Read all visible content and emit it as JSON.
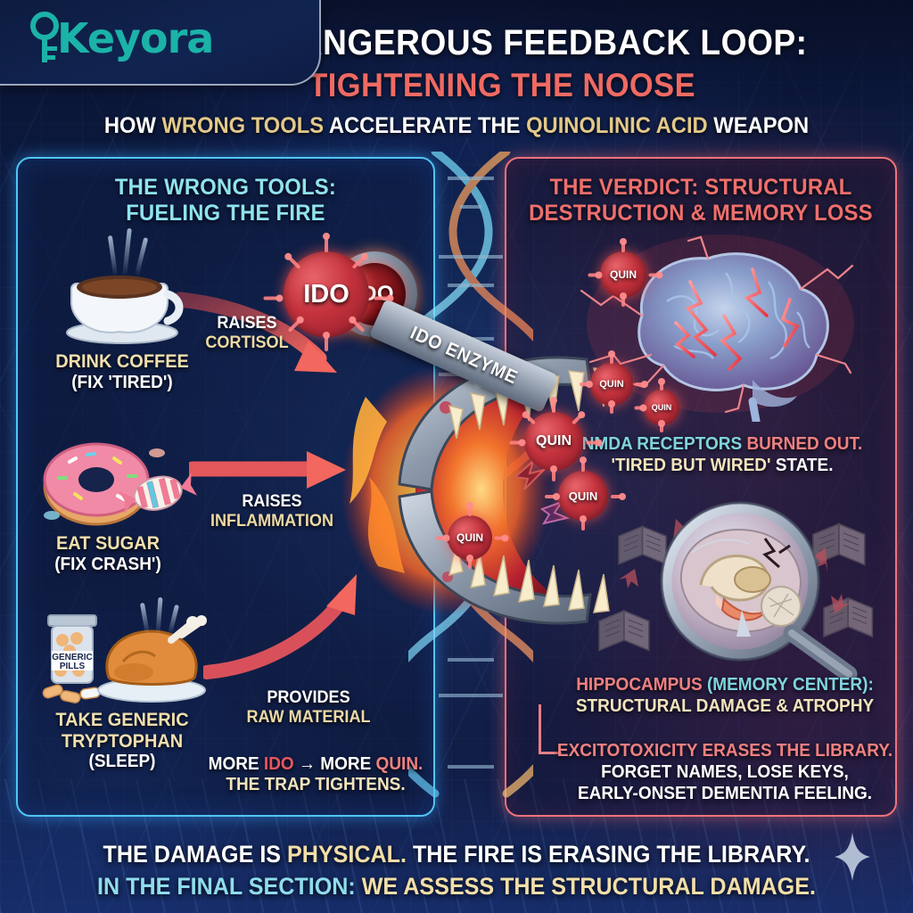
{
  "brand": {
    "name": "Keyora",
    "color": "#1bb3a8",
    "icon": "key-icon"
  },
  "header": {
    "title_line1": "THE DANGEROUS FEEDBACK LOOP:",
    "title_line2": "TIGHTENING THE NOOSE",
    "tagline_parts": [
      {
        "text": "HOW ",
        "color": "#ffffff"
      },
      {
        "text": "WRONG TOOLS",
        "color": "#e3c98a"
      },
      {
        "text": " ACCELERATE THE ",
        "color": "#ffffff"
      },
      {
        "text": "QUINOLINIC ACID",
        "color": "#e3c98a"
      },
      {
        "text": " WEAPON",
        "color": "#ffffff"
      }
    ],
    "title_color_1": "#ffffff",
    "title_color_2": "#ef6a63"
  },
  "left_panel": {
    "heading_line1": "THE WRONG TOOLS:",
    "heading_line2": "FUELING THE FIRE",
    "border_color": "#4fc6f5",
    "heading_color": "#8fe3ee",
    "items": [
      {
        "icon": "coffee-cup-icon",
        "label": "DRINK COFFEE",
        "sublabel": "(FIX 'TIRED')",
        "arrow_line1": "RAISES",
        "arrow_line2": "CORTISOL"
      },
      {
        "icon": "donut-candy-icon",
        "label": "EAT SUGAR",
        "sublabel": "(FIX CRASH')",
        "arrow_line1": "RAISES",
        "arrow_line2": "INFLAMMATION"
      },
      {
        "icon": "pills-turkey-icon",
        "label": "TAKE GENERIC",
        "label2": "TRYPTOPHAN",
        "sublabel": "(SLEEP)",
        "arrow_line1": "PROVIDES",
        "arrow_line2": "RAW MATERIAL"
      }
    ],
    "pill_bottle_label_line1": "GENERIC",
    "pill_bottle_label_line2": "PILLS",
    "trap_note": {
      "line1_parts": [
        {
          "text": "MORE ",
          "color": "#ffffff"
        },
        {
          "text": "IDO",
          "color": "#e9565f"
        },
        {
          "text": " → MORE ",
          "color": "#ffffff"
        },
        {
          "text": "QUIN.",
          "color": "#ef8080"
        }
      ],
      "line2": "THE TRAP TIGHTENS.",
      "line2_color": "#f2e4bc"
    }
  },
  "center": {
    "ido_badge_label": "IDO",
    "enzyme_band_label": "IDO ENZYME",
    "ido_germ_label": "IDO",
    "quin_labels": [
      "QUIN",
      "QUIN",
      "QUIN"
    ],
    "dna_icon": "dna-helix-icon",
    "monster_icon": "flaming-jaws-icon"
  },
  "right_panel": {
    "heading_line1": "THE VERDICT: STRUCTURAL",
    "heading_line2": "DESTRUCTION & MEMORY LOSS",
    "border_color": "#f0737a",
    "heading_color": "#ef6f6c",
    "brain_icon": "electrified-brain-icon",
    "magnifier_icon": "magnifier-brain-icon",
    "brain_quin_labels": [
      "QUIN",
      "QUIN",
      "QUIN"
    ],
    "note1": {
      "line1_parts": [
        {
          "text": "NMDA RECEPTORS",
          "color": "#7fd4dd"
        },
        {
          "text": " BURNED OUT.",
          "color": "#ef8080"
        }
      ],
      "line2_parts": [
        {
          "text": "'TIRED BUT WIRED'",
          "color": "#f2e4bc"
        },
        {
          "text": " STATE.",
          "color": "#ffffff"
        }
      ]
    },
    "note2": {
      "line1_parts": [
        {
          "text": "HIPPOCAMPUS",
          "color": "#ef8080"
        },
        {
          "text": " (MEMORY CENTER):",
          "color": "#7fd4dd"
        }
      ],
      "line2": "STRUCTURAL DAMAGE & ATROPHY",
      "line2_color": "#f2e4bc"
    },
    "note3": {
      "line1": "EXCITOTOXICITY ERASES THE LIBRARY.",
      "line1_color": "#ef8080",
      "line2": "FORGET NAMES, LOSE KEYS,",
      "line3": "EARLY-ONSET DEMENTIA FEELING.",
      "body_color": "#ffffff"
    }
  },
  "footer": {
    "line1_parts": [
      {
        "text": "THE DAMAGE IS ",
        "color": "#ffffff"
      },
      {
        "text": "PHYSICAL.",
        "color": "#f2dfa8"
      },
      {
        "text": " THE FIRE IS ERASING THE LIBRARY.",
        "color": "#ffffff"
      }
    ],
    "line2_parts": [
      {
        "text": "IN THE FINAL SECTION:",
        "color": "#8fdcec"
      },
      {
        "text": " WE ASSESS THE STRUCTURAL DAMAGE.",
        "color": "#f2dfa8"
      }
    ],
    "sparkle_icon": "sparkle-icon"
  }
}
